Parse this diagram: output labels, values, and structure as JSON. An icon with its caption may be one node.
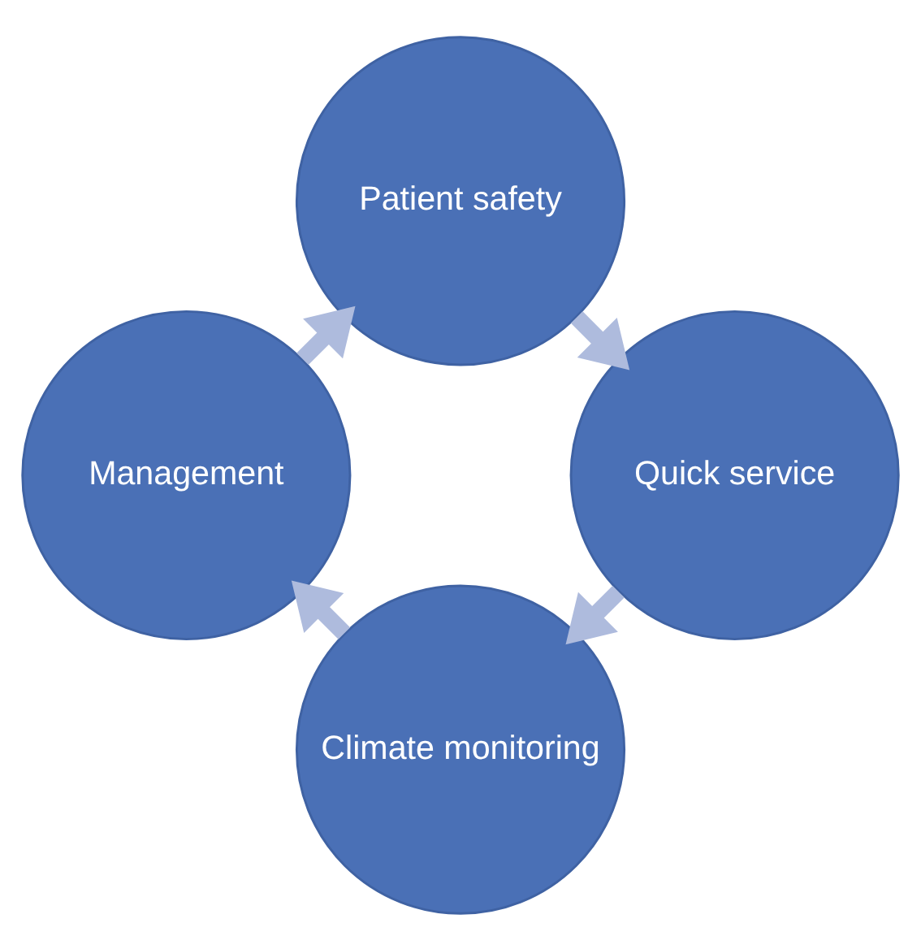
{
  "diagram": {
    "nodes": [
      {
        "text": [
          "Climate monitoring"
        ]
      },
      {
        "text": [
          "Management"
        ]
      },
      {
        "text": [
          "Patient safety"
        ]
      },
      {
        "text": [
          "Quick service"
        ]
      }
    ],
    "edges": [
      {
        "from": 0,
        "to": 1,
        "arrow": "to"
      },
      {
        "from": 1,
        "to": 2,
        "arrow": "to"
      },
      {
        "from": 2,
        "to": 3,
        "arrow": "to"
      },
      {
        "from": 3,
        "to": 0,
        "arrow": "to"
      }
    ]
  }
}
